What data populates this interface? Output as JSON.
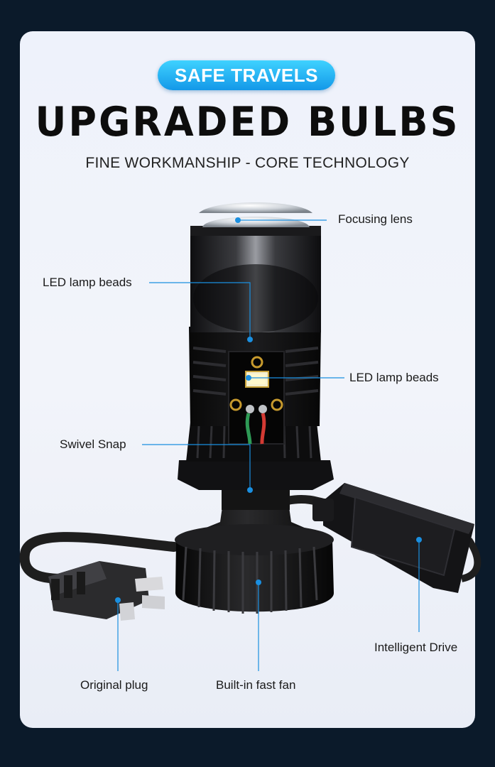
{
  "header": {
    "badge": "SAFE TRAVELS",
    "title": "UPGRADED BULBS",
    "subtitle": "FINE WORKMANSHIP - CORE TECHNOLOGY"
  },
  "callouts": {
    "focusing_lens": "Focusing lens",
    "led_beads_left": "LED lamp beads",
    "led_beads_right": "LED lamp beads",
    "swivel_snap": "Swivel Snap",
    "intelligent_drive": "Intelligent Drive",
    "original_plug": "Original plug",
    "fast_fan": "Built-in fast fan"
  },
  "colors": {
    "accent": "#1a8fe0",
    "badge": "#21b0f0",
    "background": "#0b1a2a"
  }
}
